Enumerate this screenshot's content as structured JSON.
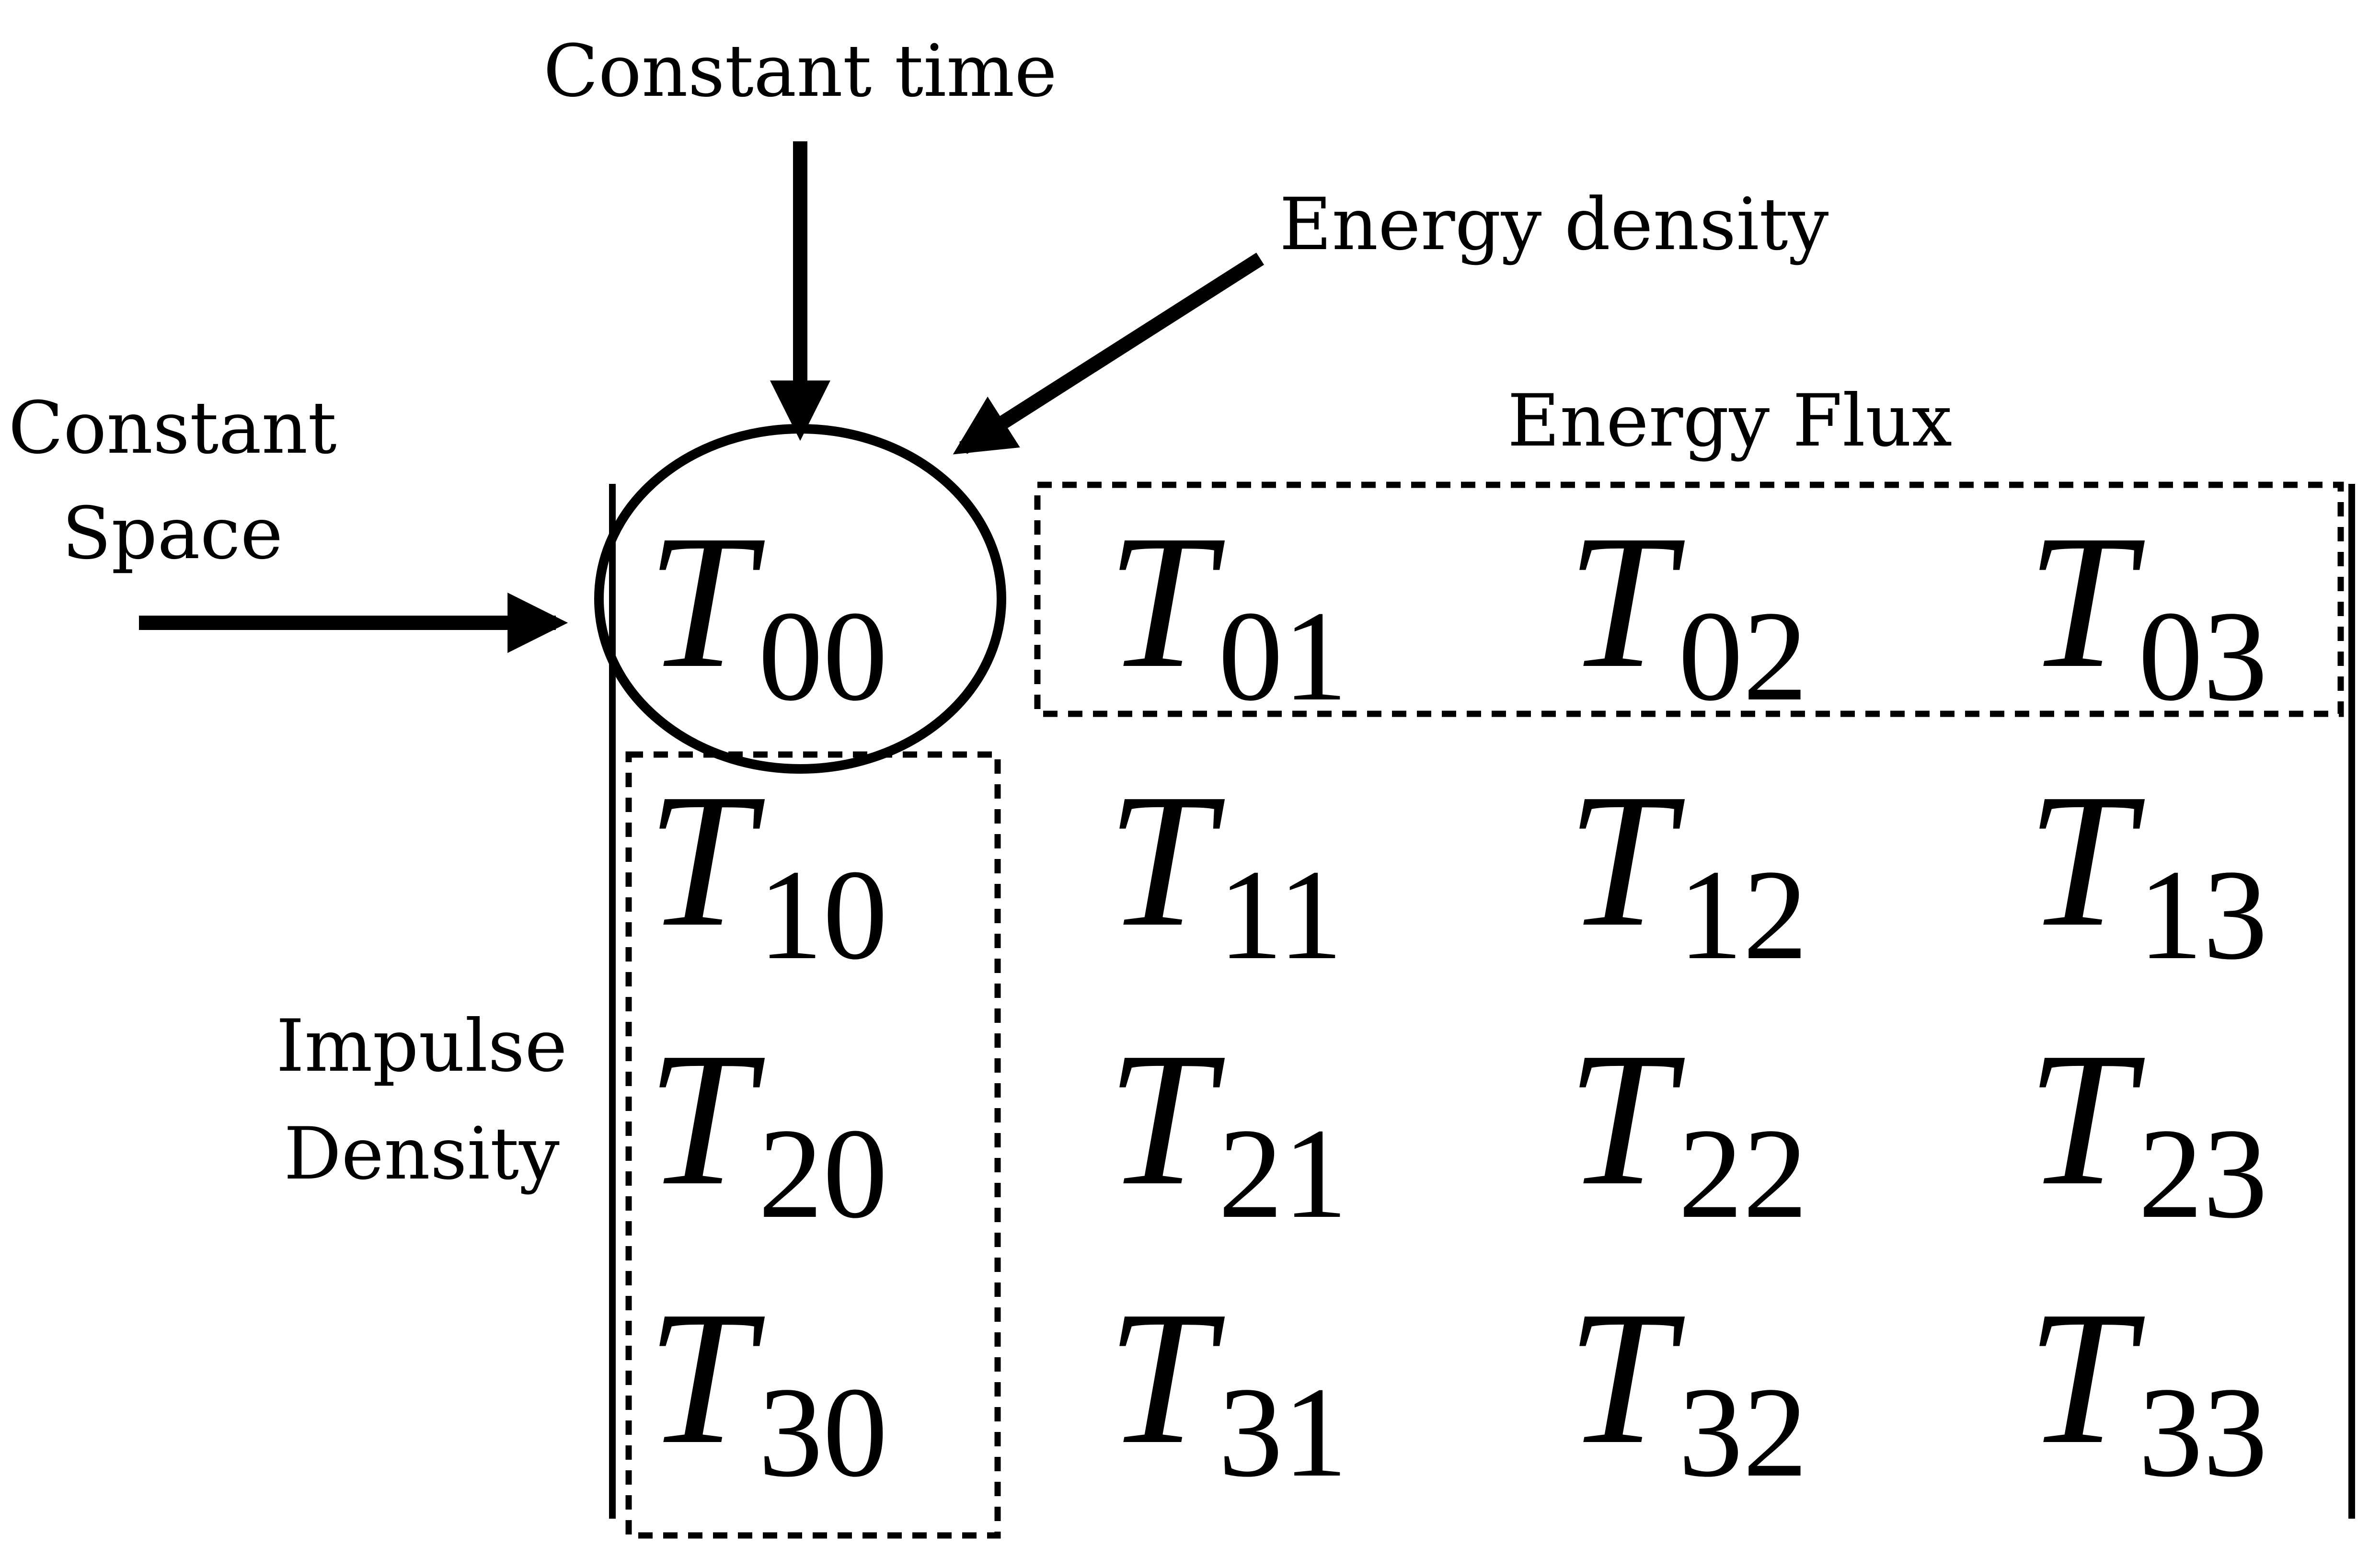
{
  "labels": {
    "constant_time": "Constant time",
    "energy_density": "Energy density",
    "constant_space_line1": "Constant",
    "constant_space_line2": "Space",
    "energy_flux": "Energy Flux",
    "impulse_density_line1": "Impulse",
    "impulse_density_line2": "Density"
  },
  "tensor": {
    "symbol": "T",
    "rows": [
      [
        "00",
        "01",
        "02",
        "03"
      ],
      [
        "10",
        "11",
        "12",
        "13"
      ],
      [
        "20",
        "21",
        "22",
        "23"
      ],
      [
        "30",
        "31",
        "32",
        "33"
      ]
    ]
  },
  "colors": {
    "ink": "#000000",
    "background": "#ffffff"
  }
}
